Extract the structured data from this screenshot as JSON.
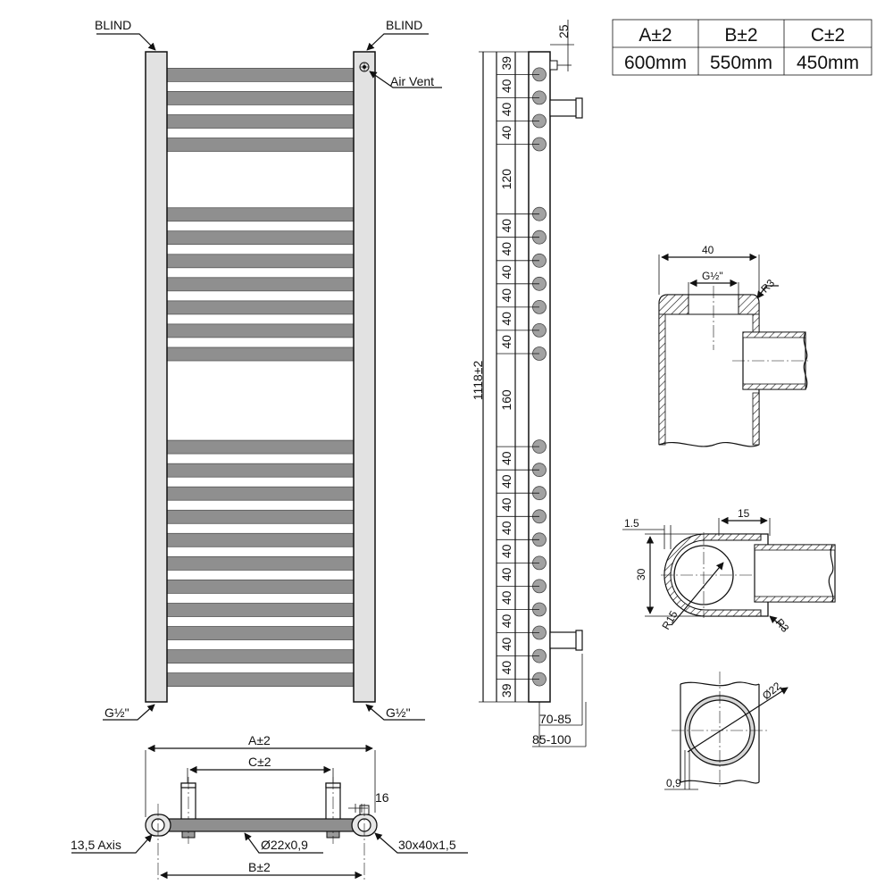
{
  "colors": {
    "line": "#111111",
    "bar": "#8f8f8f",
    "post": "#e2e2e2",
    "dot": "#a2a2a2"
  },
  "front_view": {
    "label_blind_left": "BLIND",
    "label_blind_right": "BLIND",
    "label_air_vent": "Air Vent",
    "label_inlet_left": "G½\"",
    "label_inlet_right": "G½\"",
    "air_vent_icon": "air-vent-icon"
  },
  "top_view": {
    "dim_a": "A±2",
    "dim_b": "B±2",
    "dim_c": "C±2",
    "dim_16": "16",
    "label_axis": "13,5 Axis",
    "label_bar": "Ø22x0,9",
    "label_profile": "30x40x1,5"
  },
  "side_view": {
    "dim_top_offset": "25",
    "height_total": "1118±2",
    "spacings": [
      "39",
      "40",
      "40",
      "40",
      "120",
      "40",
      "40",
      "40",
      "40",
      "40",
      "40",
      "160",
      "40",
      "40",
      "40",
      "40",
      "40",
      "40",
      "40",
      "40",
      "40",
      "40",
      "39"
    ],
    "dim_depth_1": "70-85",
    "dim_depth_2": "85-100"
  },
  "table": {
    "headers": [
      "A±2",
      "B±2",
      "C±2"
    ],
    "values": [
      "600mm",
      "550mm",
      "450mm"
    ]
  },
  "detail_connection": {
    "width_label": "40",
    "thread_label": "G½\"",
    "radius_label": "R3"
  },
  "detail_profile": {
    "wall_label": "1.5",
    "width_label": "15",
    "height_label": "30",
    "radius_big_label": "R15",
    "radius_small_label": "R3"
  },
  "detail_bar": {
    "diameter_label": "Ø22",
    "wall_label": "0,9"
  }
}
